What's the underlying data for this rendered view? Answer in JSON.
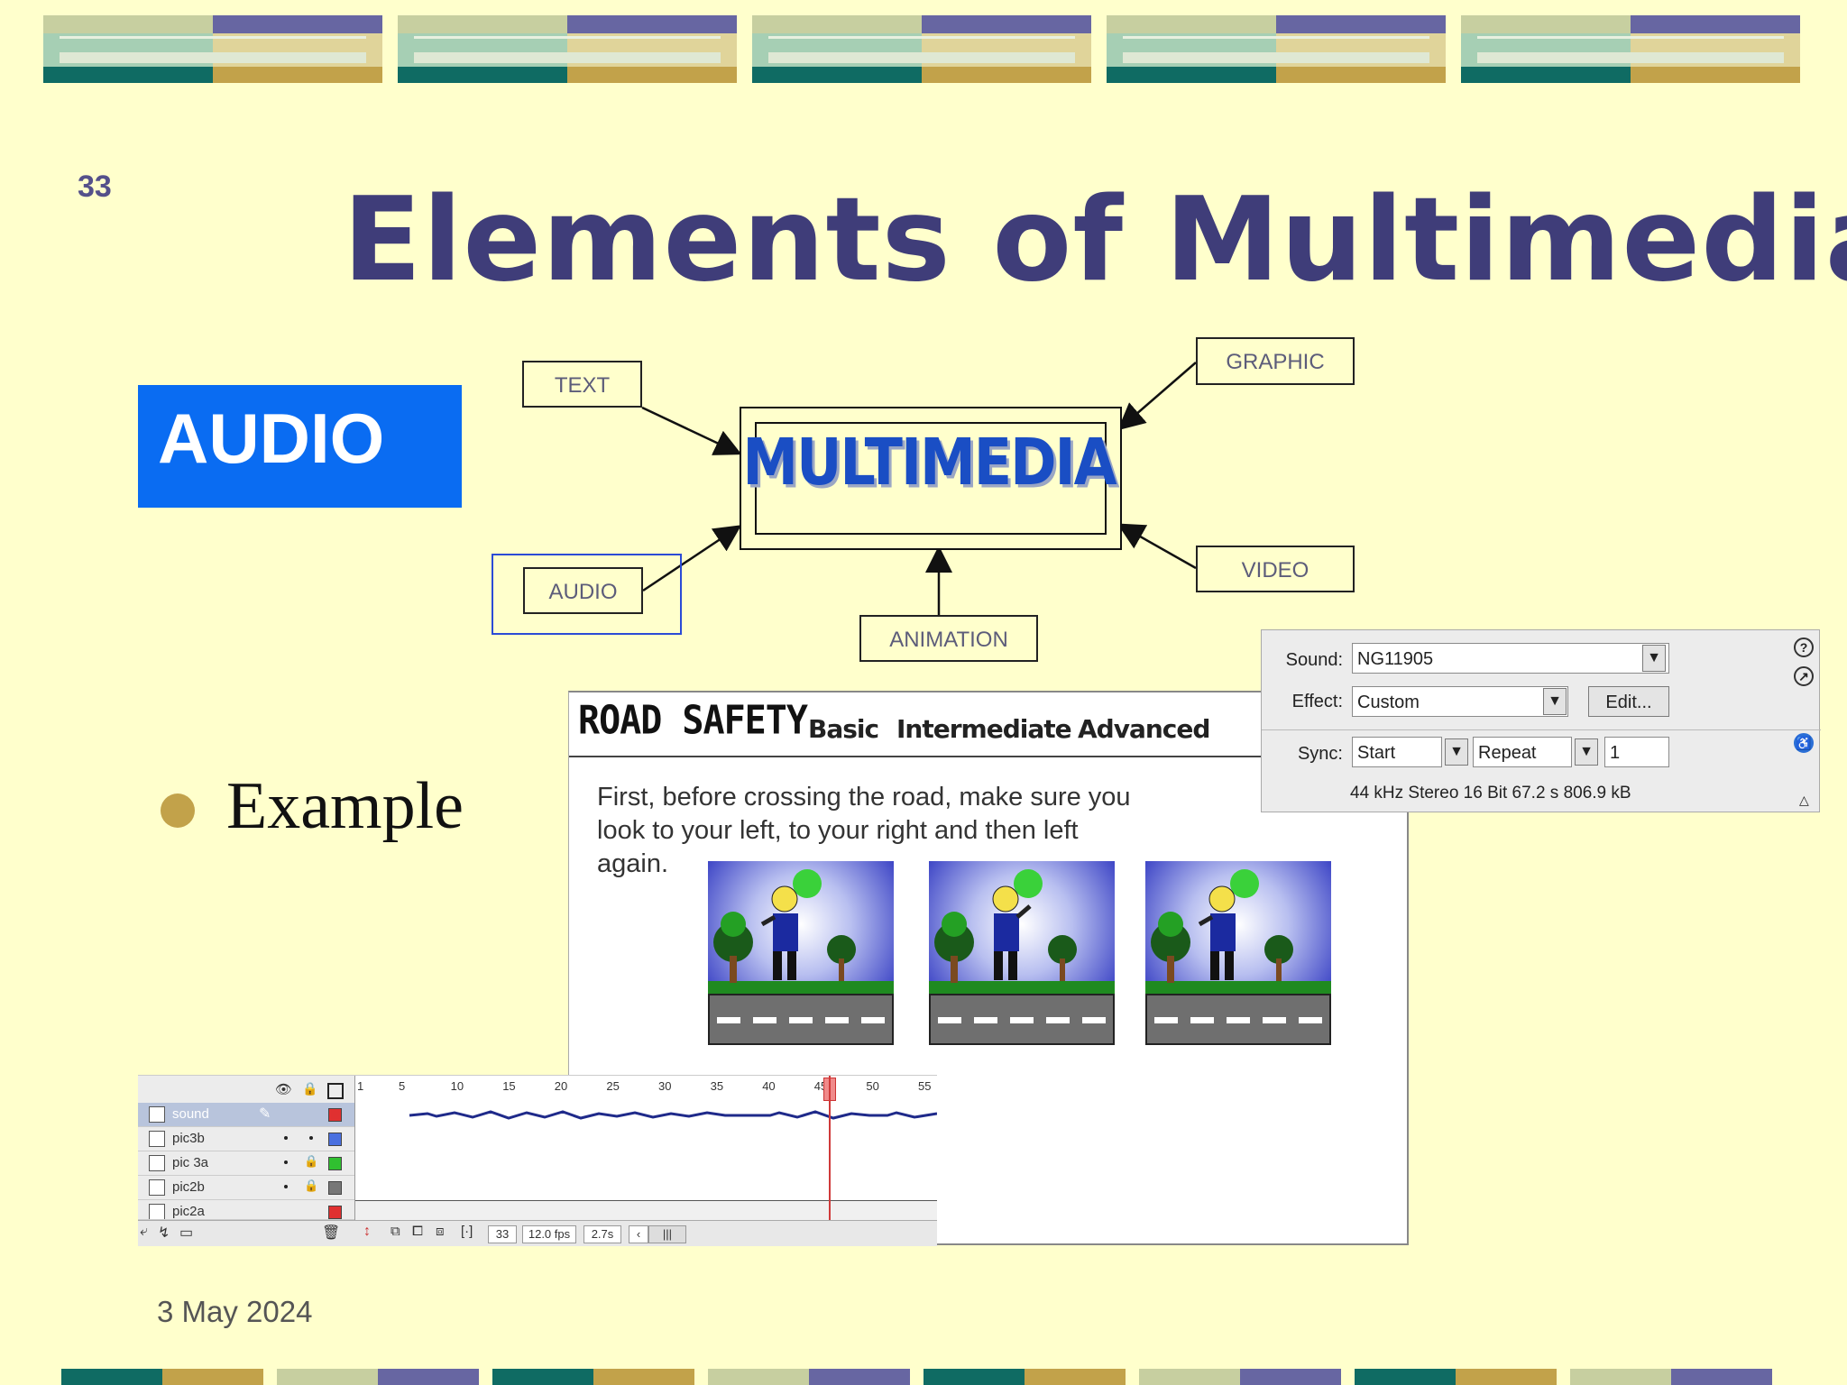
{
  "slide": {
    "number": "33",
    "title": "Elements of Multimedia",
    "date": "3 May 2024"
  },
  "audio_box": {
    "label": "AUDIO"
  },
  "diagram": {
    "center": "MULTIMEDIA",
    "nodes": {
      "text": "TEXT",
      "graphic": "GRAPHIC",
      "audio": "AUDIO",
      "video": "VIDEO",
      "animation": "ANIMATION"
    }
  },
  "bullet": {
    "label": "Example"
  },
  "road_safety": {
    "title": "ROAD SAFETY",
    "nav": [
      "Basic",
      "Intermediate",
      "Advanced"
    ],
    "body": "First, before crossing the road, make sure you look to your left, to your right and then left again."
  },
  "sound_panel": {
    "sound_label": "Sound:",
    "sound_value": "NG11905",
    "effect_label": "Effect:",
    "effect_value": "Custom",
    "edit_button": "Edit...",
    "sync_label": "Sync:",
    "sync_value": "Start",
    "repeat_value": "Repeat",
    "repeat_count": "1",
    "info": "44 kHz Stereo 16 Bit 67.2 s 806.9 kB"
  },
  "timeline": {
    "layers": [
      "sound",
      "pic3b",
      "pic 3a",
      "pic2b",
      "pic2a"
    ],
    "ruler": [
      "1",
      "5",
      "10",
      "15",
      "20",
      "25",
      "30",
      "35",
      "40",
      "45",
      "50",
      "55"
    ],
    "current_frame": "33",
    "fps": "12.0 fps",
    "time": "2.7s"
  },
  "colors": {
    "background": "#ffffcc",
    "title": "#3f3d79",
    "audio_box": "#0a6cf2",
    "bullet": "#c2a24a"
  }
}
